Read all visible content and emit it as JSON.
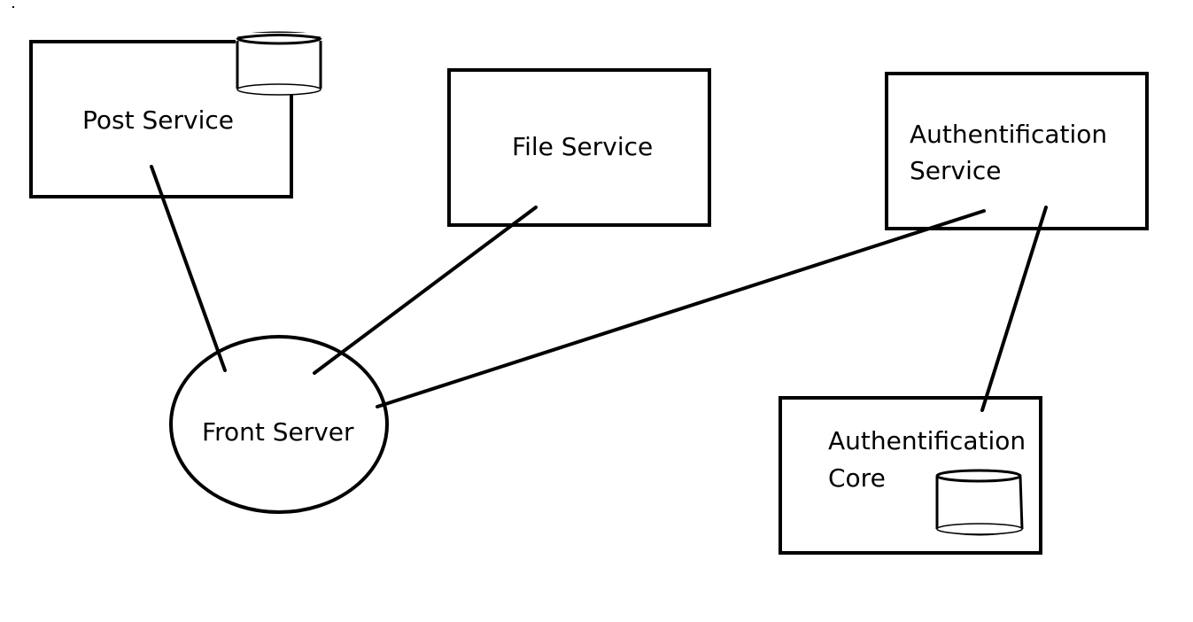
{
  "nodes": {
    "post_service": {
      "label": "Post Service"
    },
    "file_service": {
      "label": "File Service"
    },
    "auth_service": {
      "line1": "Authentification",
      "line2": "Service"
    },
    "front_server": {
      "label": "Front Server"
    },
    "auth_core": {
      "line1": "Authentification",
      "line2": "Core"
    }
  },
  "edges": [
    {
      "from": "post_service",
      "to": "front_server"
    },
    {
      "from": "file_service",
      "to": "front_server"
    },
    {
      "from": "auth_service",
      "to": "front_server"
    },
    {
      "from": "auth_service",
      "to": "auth_core"
    }
  ],
  "colors": {
    "stroke": "#000000",
    "background": "#ffffff"
  }
}
